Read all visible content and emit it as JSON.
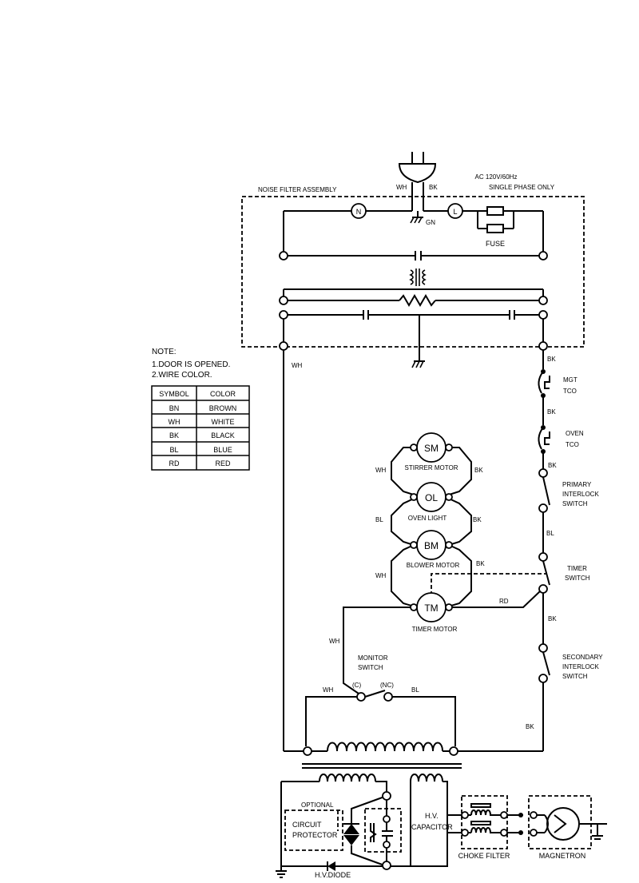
{
  "supply": {
    "line1": "AC 120V/60Hz",
    "line2": "SINGLE PHASE ONLY"
  },
  "noise_filter": {
    "label": "NOISE FILTER ASSEMBLY",
    "n": "N",
    "l": "L",
    "fuse": "FUSE",
    "gn": "GN"
  },
  "plug": {
    "wh": "WH",
    "bk": "BK"
  },
  "note": {
    "title": "NOTE:",
    "line1": "1.DOOR IS OPENED.",
    "line2": "2.WIRE COLOR.",
    "header": [
      "SYMBOL",
      "COLOR"
    ],
    "rows": [
      [
        "BN",
        "BROWN"
      ],
      [
        "WH",
        "WHITE"
      ],
      [
        "BK",
        "BLACK"
      ],
      [
        "BL",
        "BLUE"
      ],
      [
        "RD",
        "RED"
      ]
    ]
  },
  "right_branch": {
    "bk1": "BK",
    "mgt_tco": [
      "MGT",
      "TCO"
    ],
    "bk2": "BK",
    "oven_tco": [
      "OVEN",
      "TCO"
    ],
    "bk3": "BK",
    "primary": [
      "PRIMARY",
      "INTERLOCK",
      "SWITCH"
    ],
    "bl": "BL",
    "timer_switch": [
      "TIMER",
      "SWITCH"
    ],
    "rd": "RD",
    "bk4": "BK",
    "secondary": [
      "SECONDARY",
      "INTERLOCK",
      "SWITCH"
    ],
    "bk5": "BK"
  },
  "left_wire": "WH",
  "loads": {
    "sm": {
      "symbol": "SM",
      "name": "STIRRER MOTOR"
    },
    "ol": {
      "symbol": "OL",
      "name": "OVEN LIGHT"
    },
    "bm": {
      "symbol": "BM",
      "name": "BLOWER MOTOR"
    },
    "tm": {
      "symbol": "TM",
      "name": "TIMER MOTOR"
    },
    "wh1": "WH",
    "bk1": "BK",
    "bl": "BL",
    "bk2": "BK",
    "wh2": "WH",
    "bk3": "BK"
  },
  "monitor": {
    "wh_up": "WH",
    "label": [
      "MONITOR",
      "SWITCH"
    ],
    "c": "(C)",
    "nc": "(NC)",
    "wh": "WH",
    "bl": "BL"
  },
  "hv": {
    "optional": "OPTIONAL",
    "protector": [
      "CIRCUIT",
      "PROTECTOR"
    ],
    "capacitor": [
      "H.V.",
      "CAPACITOR"
    ],
    "choke": "CHOKE FILTER",
    "magnetron": "MAGNETRON",
    "diode": "H.V.DIODE"
  }
}
